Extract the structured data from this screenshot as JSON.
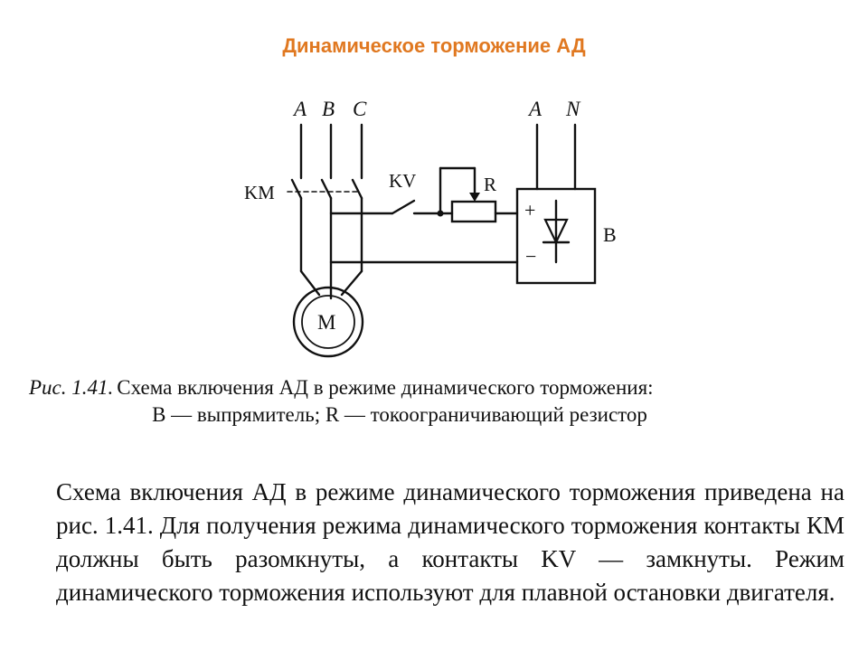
{
  "title": "Динамическое торможение АД",
  "colors": {
    "title": "#e07820",
    "ink": "#111111"
  },
  "diagram": {
    "labels": {
      "phase_a": "A",
      "phase_b": "B",
      "phase_c": "C",
      "dc_a": "A",
      "dc_n": "N",
      "km": "KM",
      "kv": "KV",
      "r": "R",
      "plus": "+",
      "minus": "−",
      "rectifier": "B",
      "motor": "M"
    }
  },
  "caption": {
    "fig_number": "Рис. 1.41.",
    "line1": "Схема включения АД в режиме динамического торможения:",
    "line2": "В — выпрямитель; R — токоограничивающий резистор"
  },
  "body": {
    "paragraph": "Схема включения АД в режиме динамического торможения приведена на рис. 1.41. Для получения режима динамического торможения контакты КМ должны быть разомкнуты, а контакты KV — замкнуты. Режим динамического торможения используют для плавной остановки двигателя."
  }
}
